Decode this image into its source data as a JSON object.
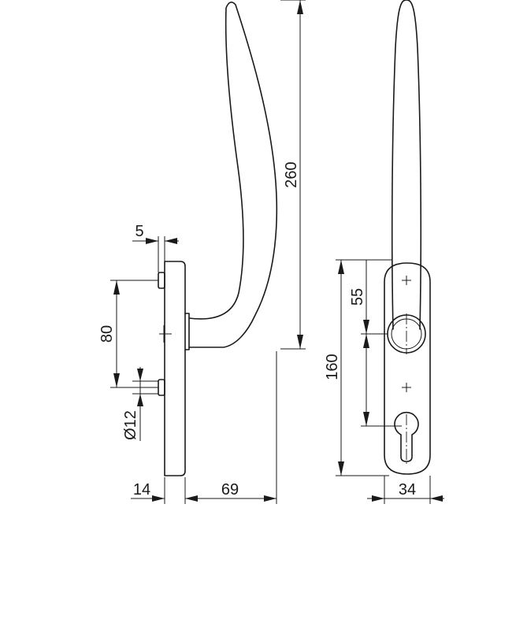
{
  "drawing": {
    "dimensions": {
      "total_height": "260",
      "rose_length": "160",
      "spindle_to_top_screw": "55",
      "screw_spacing": "80",
      "screw_offset": "5",
      "screw_diameter": "Ø12",
      "rose_thickness": "14",
      "handle_projection": "69",
      "rose_width": "34"
    }
  }
}
